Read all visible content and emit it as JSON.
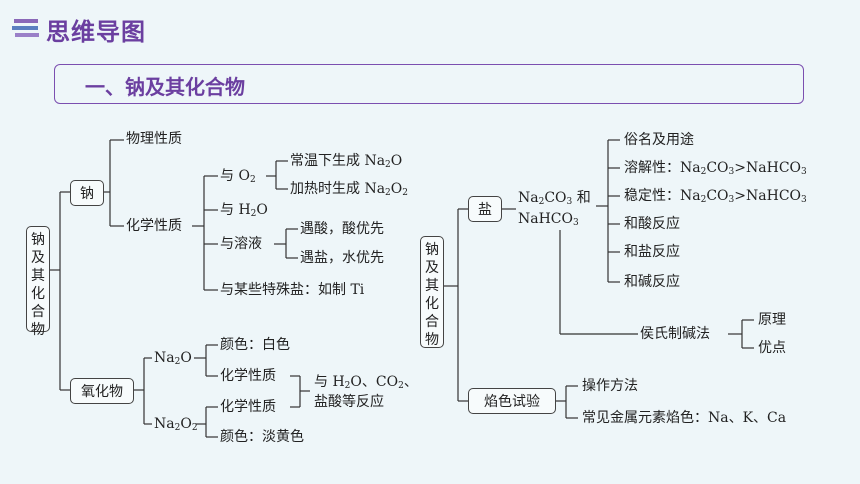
{
  "header": {
    "title": "思维导图"
  },
  "section": {
    "title": "一、钠及其化合物"
  },
  "left": {
    "root": "钠及其化合物",
    "na": {
      "label": "钠",
      "physical": "物理性质",
      "chemical": "化学性质",
      "with_o2_prefix": "与 O",
      "with_o2_sub": "2",
      "room_temp": "常温下生成 Na",
      "room_temp_sub": "2",
      "room_temp_suffix": "O",
      "heating": "加热时生成 Na",
      "heating_sub1": "2",
      "heating_mid": "O",
      "heating_sub2": "2",
      "with_h2o_prefix": "与 H",
      "with_h2o_sub": "2",
      "with_h2o_suffix": "O",
      "with_solution": "与溶液",
      "acid_first": "遇酸，酸优先",
      "salt_water_first": "遇盐，水优先",
      "special_salt": "与某些特殊盐：如制 Ti"
    },
    "oxide": {
      "label": "氧化物",
      "na2o_a": "Na",
      "na2o_sub": "2",
      "na2o_b": "O",
      "na2o2_a": "Na",
      "na2o2_sub1": "2",
      "na2o2_b": "O",
      "na2o2_sub2": "2",
      "color_white": "颜色：白色",
      "chem1": "化学性质",
      "chem2": "化学性质",
      "react_line1_a": "与 H",
      "react_line1_sub1": "2",
      "react_line1_b": "O、CO",
      "react_line1_sub2": "2",
      "react_line1_c": "、",
      "react_line2": "盐酸等反应",
      "color_yellow": "颜色：淡黄色"
    }
  },
  "right": {
    "root": "钠及其化合物",
    "salt": {
      "label": "盐",
      "compounds_line1_a": "Na",
      "compounds_line1_sub1": "2",
      "compounds_line1_b": "CO",
      "compounds_line1_sub2": "3",
      "compounds_line1_c": " 和",
      "compounds_line2_a": "NaHCO",
      "compounds_line2_sub": "3",
      "items": {
        "common_name": "俗名及用途",
        "solubility_a": "溶解性：Na",
        "solubility_sub1": "2",
        "solubility_b": "CO",
        "solubility_sub2": "3",
        "solubility_c": ">NaHCO",
        "solubility_sub3": "3",
        "stability_a": "稳定性：Na",
        "stability_sub1": "2",
        "stability_b": "CO",
        "stability_sub2": "3",
        "stability_c": ">NaHCO",
        "stability_sub3": "3",
        "with_acid": "和酸反应",
        "with_salt": "和盐反应",
        "with_base": "和碱反应"
      },
      "hou": "侯氏制碱法",
      "principle": "原理",
      "advantage": "优点"
    },
    "flame": {
      "label": "焰色试验",
      "method": "操作方法",
      "colors": "常见金属元素焰色：Na、K、Ca"
    }
  }
}
